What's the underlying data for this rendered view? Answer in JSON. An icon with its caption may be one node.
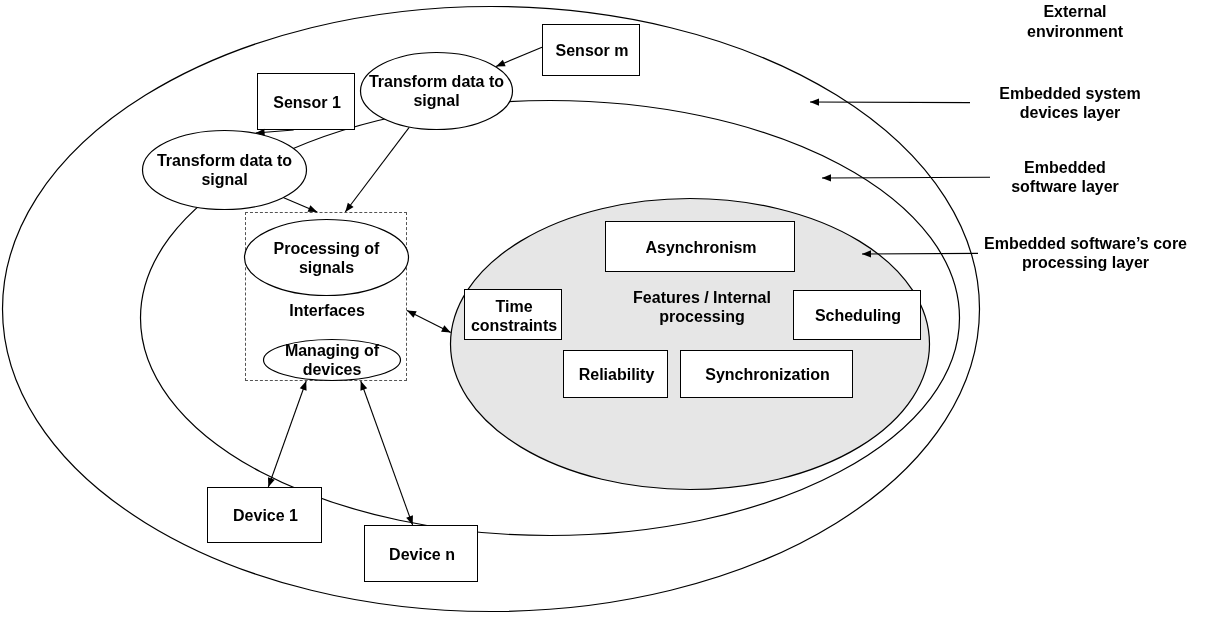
{
  "diagram": {
    "nodes": [
      {
        "text": [],
        "shape": "ellipse"
      },
      {
        "text": [],
        "shape": "ellipse",
        "in": 0
      },
      {
        "text": [
          "Features / Internal processing"
        ],
        "in": 1
      },
      {
        "text": [
          "Asynchronism"
        ],
        "in": 2
      },
      {
        "text": [
          "Time constraints"
        ],
        "in": 2
      },
      {
        "text": [
          "Scheduling"
        ],
        "in": 2
      },
      {
        "text": [
          "Reliability"
        ],
        "in": 2
      },
      {
        "text": [
          "Synchronization"
        ],
        "in": 2
      },
      {
        "text": [
          "Interfaces"
        ],
        "in": 1
      },
      {
        "text": [
          "Processing of signals"
        ],
        "in": 8
      },
      {
        "text": [
          "Managing of devices"
        ],
        "in": 8
      },
      {
        "text": [
          "Sensor 1"
        ],
        "in": 0
      },
      {
        "text": [
          "Sensor m"
        ],
        "in": 0
      },
      {
        "text": [
          "Transform data to signal"
        ],
        "in": 0
      },
      {
        "text": [
          "Transform data to signal"
        ],
        "in": 0
      },
      {
        "text": [
          "Device 1"
        ],
        "in": 0
      },
      {
        "text": [
          "Device n"
        ],
        "in": 0
      },
      {
        "text": [
          "Embedded system devices layer"
        ]
      },
      {
        "text": [
          "Embedded software layer"
        ]
      },
      {
        "text": [
          "Embedded software’s core processing layer"
        ]
      }
    ],
    "edges": [
      {
        "from": 12,
        "to": 13,
        "arrow": "to"
      },
      {
        "from": 11,
        "to": 14,
        "arrow": "to"
      },
      {
        "from": 14,
        "to": 8,
        "arrow": "to"
      },
      {
        "from": 13,
        "to": 8,
        "arrow": "to"
      },
      {
        "from": 8,
        "to": 2,
        "arrow": "both"
      },
      {
        "from": 8,
        "to": 15,
        "arrow": "both"
      },
      {
        "from": 8,
        "to": 16,
        "arrow": "both"
      },
      {
        "from": 17,
        "to": 0,
        "arrow": "to"
      },
      {
        "from": 18,
        "to": 1,
        "arrow": "to"
      },
      {
        "from": 19,
        "to": 2,
        "arrow": "to"
      }
    ],
    "labels": [
      "External environment"
    ]
  }
}
